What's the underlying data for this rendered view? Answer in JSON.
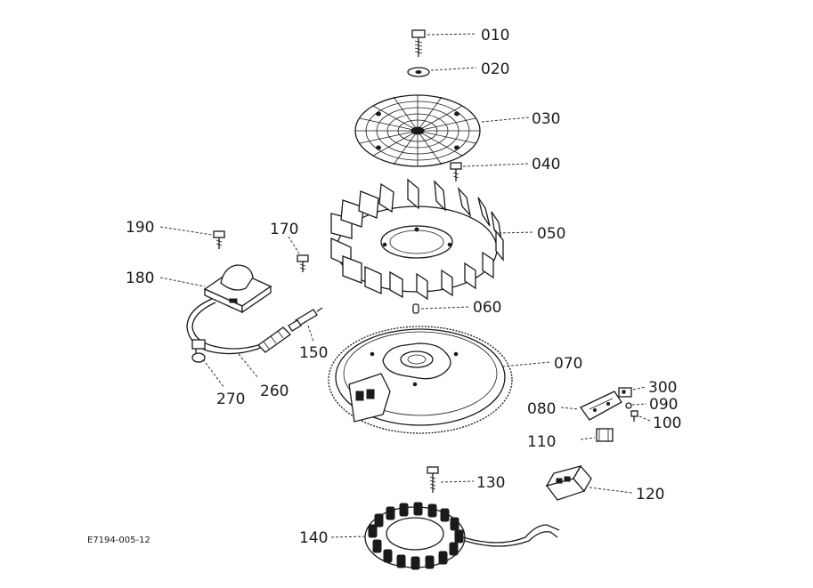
{
  "figure": {
    "reference_code": "E7194-005-12",
    "callouts": {
      "p010": "010",
      "p020": "020",
      "p030": "030",
      "p040": "040",
      "p050": "050",
      "p060": "060",
      "p070": "070",
      "p080": "080",
      "p090": "090",
      "p100": "100",
      "p110": "110",
      "p120": "120",
      "p130": "130",
      "p140": "140",
      "p150": "150",
      "p170": "170",
      "p180": "180",
      "p190": "190",
      "p260": "260",
      "p270": "270",
      "p300": "300"
    }
  }
}
